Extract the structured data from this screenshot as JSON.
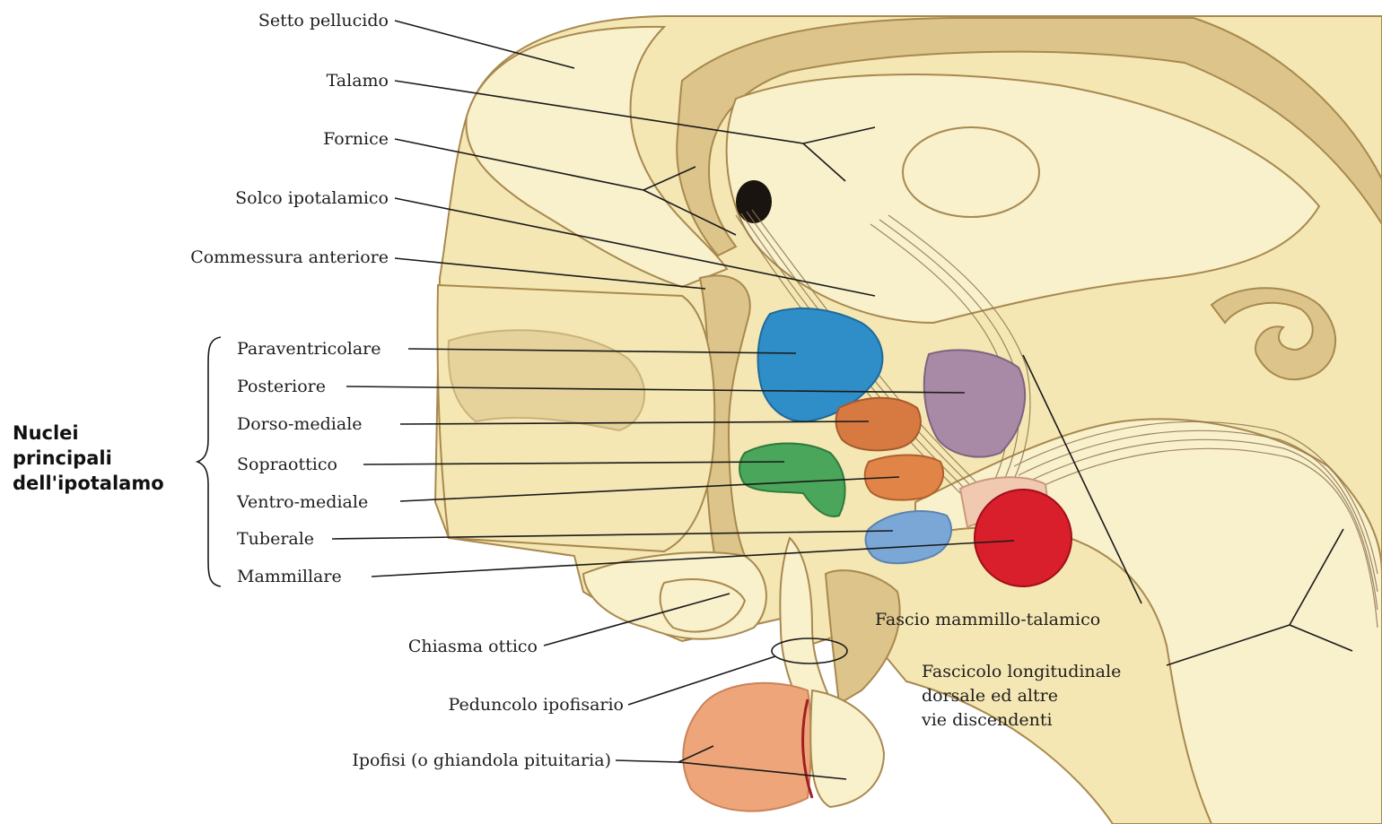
{
  "colors": {
    "tissue": "#f4e7b3",
    "tissue_light": "#f9f0cc",
    "tissue_shade": "#dcc48a",
    "outline": "#a8894f",
    "paraventricular": "#2f8dc7",
    "posterior": "#a98aa6",
    "dorsomedial": "#d77a42",
    "supraoptic": "#4aa65a",
    "ventromedial": "#e08448",
    "tuberal": "#7aa7d6",
    "mammillary": "#d81f2b",
    "pituitary": "#efa57a",
    "leader": "#1a1a1a"
  },
  "labels": {
    "setto_pellucido": "Setto pellucido",
    "talamo": "Talamo",
    "fornice": "Fornice",
    "solco_ipotalamico": "Solco ipotalamico",
    "commessura_anteriore": "Commessura anteriore",
    "paraventricolare": "Paraventricolare",
    "posteriore": "Posteriore",
    "dorso_mediale": "Dorso-mediale",
    "sopraottico": "Sopraottico",
    "ventro_mediale": "Ventro-mediale",
    "tuberale": "Tuberale",
    "mammillare": "Mammillare",
    "chiasma_ottico": "Chiasma ottico",
    "peduncolo_ipofisario": "Peduncolo ipofisario",
    "ipofisi": "Ipofisi (o ghiandola pituitaria)",
    "fascio_mammillo_talamico": "Fascio mammillo-talamico",
    "fascicolo_line1": "Fascicolo longitudinale",
    "fascicolo_line2": "dorsale ed altre",
    "fascicolo_line3": "vie discendenti"
  },
  "group_label": {
    "line1": "Nuclei",
    "line2": "principali",
    "line3": "dell'ipotalamo"
  }
}
